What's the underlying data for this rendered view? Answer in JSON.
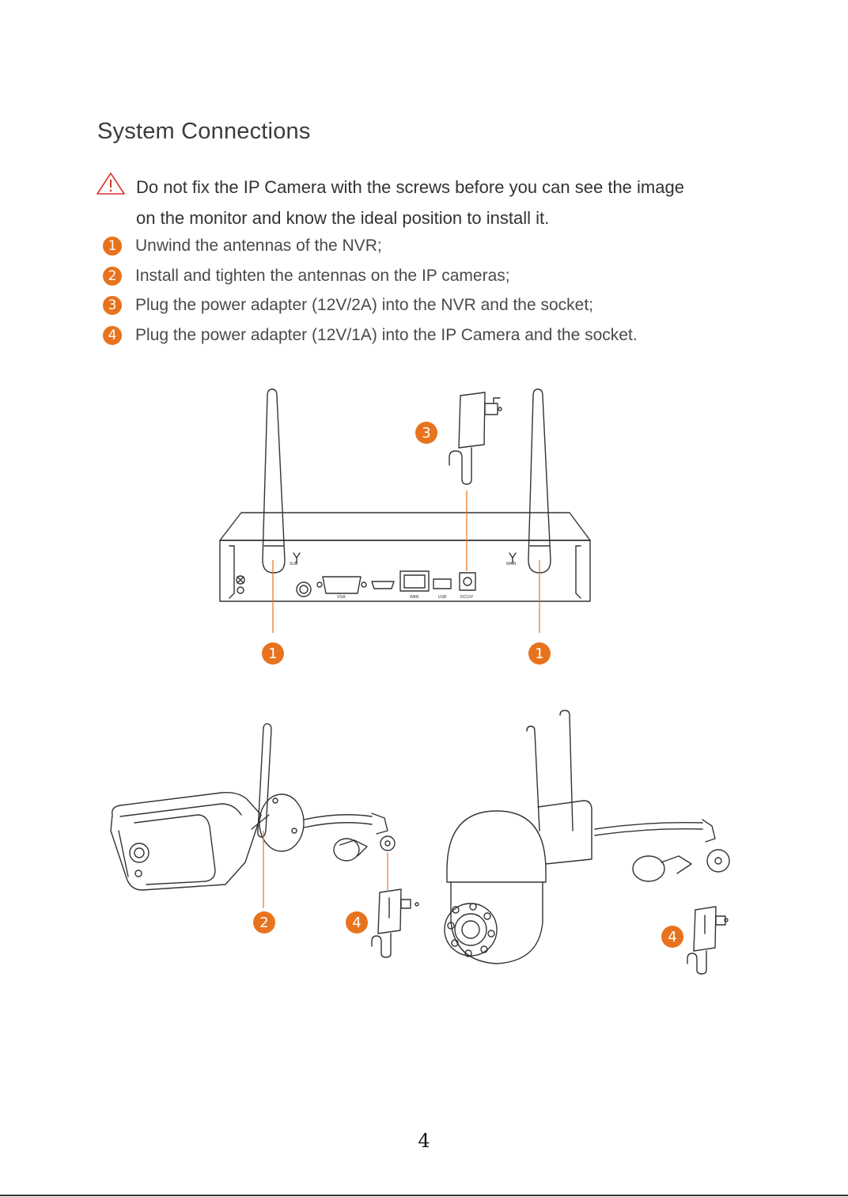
{
  "title": "System Connections",
  "warning": {
    "icon": "warning-triangle-icon",
    "line1": "Do not fix the IP Camera with the screws before you can see the image",
    "line2": "on the monitor and know the ideal position to install it."
  },
  "steps": [
    {
      "num": "1",
      "text": "Unwind the antennas of the NVR;"
    },
    {
      "num": "2",
      "text": "Install and tighten the antennas on the IP cameras;"
    },
    {
      "num": "3",
      "text": "Plug the power adapter (12V/2A) into the NVR and the socket;"
    },
    {
      "num": "4",
      "text": "Plug the power adapter (12V/1A) into the IP Camera and the socket."
    }
  ],
  "nvr_labels": {
    "sub": "SUB",
    "main": "MAIN",
    "vga": "VGA",
    "wan": "WAN",
    "usb": "USB",
    "dc": "DC12V"
  },
  "callouts": {
    "nvr_antenna_left": "1",
    "nvr_antenna_right": "1",
    "nvr_adapter": "3",
    "camera_antenna": "2",
    "bullet_adapter": "4",
    "ptz_adapter": "4"
  },
  "page_number": "4",
  "colors": {
    "accent": "#e8731e",
    "warning": "#d9342b",
    "text": "#3a3a3a"
  }
}
